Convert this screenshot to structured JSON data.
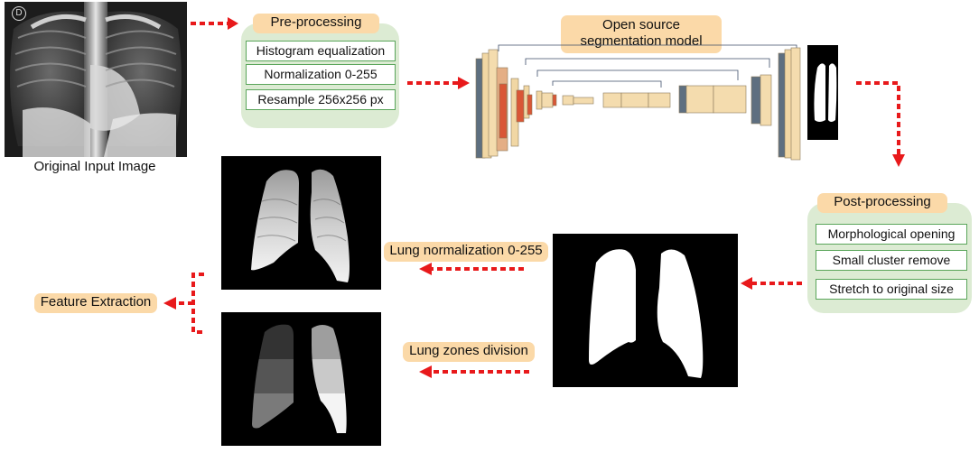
{
  "original_caption": "Original Input Image",
  "xray_mark": "D",
  "preprocessing": {
    "title": "Pre-processing",
    "steps": [
      "Histogram equalization",
      "Normalization 0-255",
      "Resample 256x256 px"
    ]
  },
  "segmentation_model": {
    "line1": "Open source",
    "line2": "segmentation model"
  },
  "postprocessing": {
    "title": "Post-processing",
    "steps": [
      "Morphological opening",
      "Small cluster remove",
      "Stretch to original size"
    ]
  },
  "lung_normalization_label": "Lung normalization 0-255",
  "lung_zones_label": "Lung zones division",
  "feature_extraction_label": "Feature Extraction",
  "colors": {
    "arrow": "#e8191b",
    "label_fill": "#fbd9a8",
    "panel_fill": "#dcebd3",
    "step_border": "#5aa55a"
  }
}
